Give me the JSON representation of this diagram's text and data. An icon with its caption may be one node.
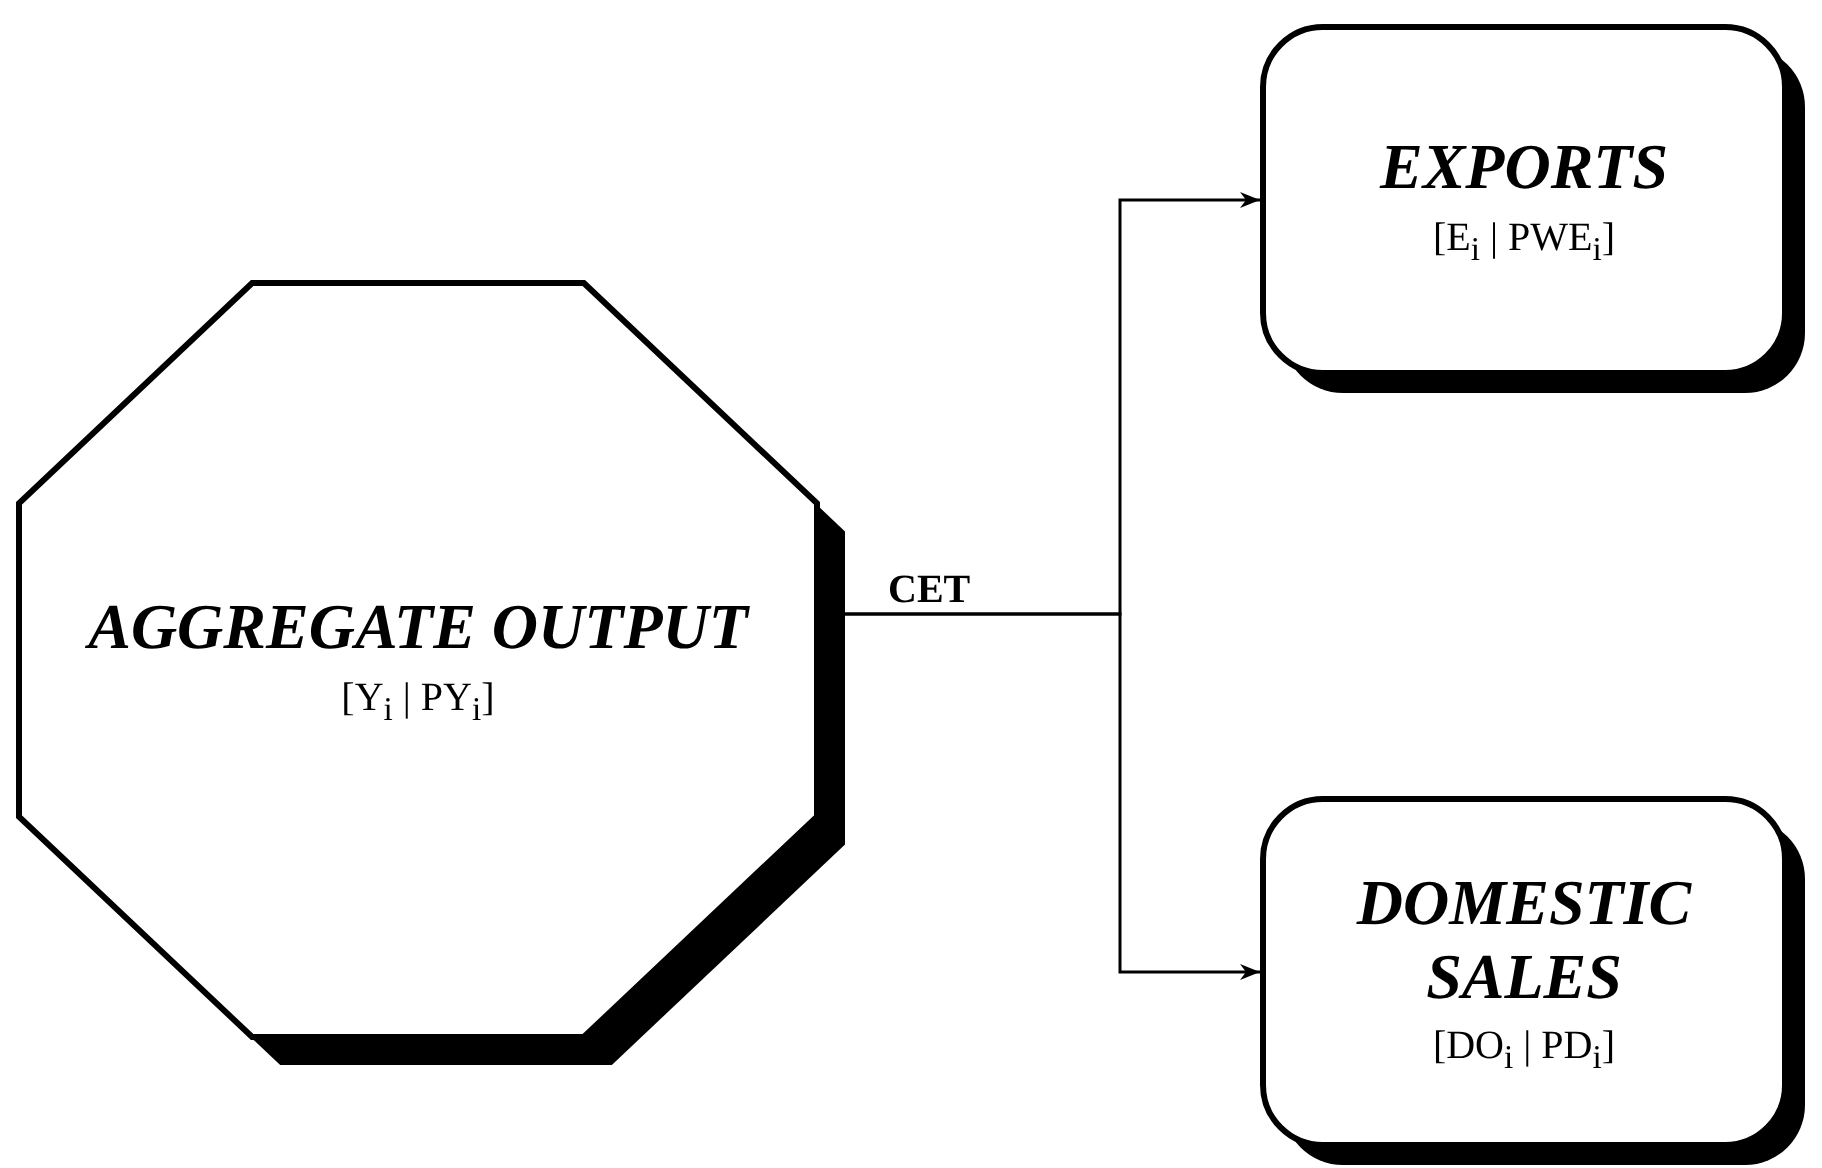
{
  "diagram": {
    "nodes": [
      {
        "text": [
          "AGGREGATE OUTPUT",
          "[Y$_{i}$ | PY$_{i}$]"
        ]
      },
      {
        "text": [
          "EXPORTS",
          "[E$_{i}$ | PWE$_{i}$]"
        ]
      },
      {
        "text": [
          "DOMESTIC SALES",
          "[DO$_{i}$ | PD$_{i}$]"
        ]
      }
    ],
    "edges": [
      {
        "from": 0,
        "to": 1,
        "arrow": "to",
        "label": "CET"
      },
      {
        "from": 0,
        "to": 2,
        "arrow": "to"
      }
    ]
  }
}
